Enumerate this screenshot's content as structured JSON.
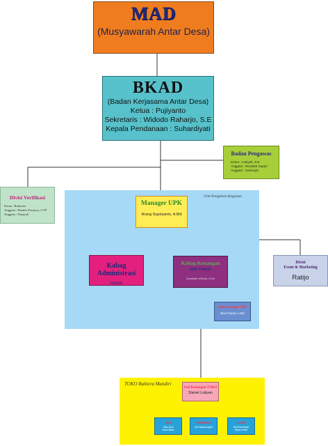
{
  "mad": {
    "title": "MAD",
    "subtitle": "(Musyawarah Antar Desa)"
  },
  "bkad": {
    "title": "BKAD",
    "lines": [
      "(Badan Kerjasama Antar Desa)",
      "Ketua : Pujiyanto",
      "Sekretaris : Widodo Raharjo, S.E",
      "Kepala Pendanaan   : Suhardiyati"
    ]
  },
  "pengawas": {
    "title": "Badan Pengawas",
    "lines": [
      "Ketua     : Lasiyah, S.E",
      "Anggota : Rendarti Sapari",
      "Anggota : Sukongsi"
    ]
  },
  "verifikasi": {
    "title": "Divisi Verifikasi",
    "lines": [
      "Ketua : Ratmono",
      "Anggota : Hendro Prasetyo, S.TP",
      "Anggota : Fansjodi"
    ]
  },
  "upk_panel": {
    "caption": "Unit Pengelola Kegiatan"
  },
  "manager": {
    "title": "Manager UPK",
    "name": "Arang Supriyanto, A.Md"
  },
  "event": {
    "title_line1": "Divisi",
    "title_line2": "Event & Marketing",
    "name": "Ratijo"
  },
  "admin": {
    "title": "Kabag Administrasi",
    "name": "Hartuti"
  },
  "keuangan": {
    "title": "Kabag Keuangan",
    "subtitle": "(SPI TOKO)",
    "name": "Qusaidan Widodo, A.Md"
  },
  "staf_upk": {
    "title": "Staf Keuangan UPK",
    "name": "Rina Fauzia, A.Md"
  },
  "toko_panel": {
    "caption": "TOKO Bahtera Mandiri"
  },
  "staf_toko": {
    "title": "Staf Keuangan TOKO",
    "name": "Slamet Lodyam"
  },
  "toko_units": [
    {
      "title": "SDM",
      "lines": [
        "Okta Yanti",
        "Nurul Alfiani"
      ]
    },
    {
      "title": "PRODUKSI",
      "lines": [
        "Sari Wahyuningsih"
      ]
    },
    {
      "title": "KASIR",
      "lines": [
        "Sari Rosmawati",
        "Mega Lestari"
      ]
    }
  ],
  "colors": {
    "mad": "#ef7d1f",
    "bkad": "#57c2cc",
    "pengawas": "#a7cf3a",
    "verifikasi": "#bfe3c8",
    "upk_panel": "#a6d9f5",
    "manager": "#ffed55",
    "admin": "#e3207e",
    "keuangan": "#8e2f7f",
    "event": "#c8d3ea",
    "staf_upk": "#6a8fd0",
    "toko_panel": "#fff200",
    "staf_toko": "#f7a8b8",
    "toko_units": "#28a3d9"
  }
}
